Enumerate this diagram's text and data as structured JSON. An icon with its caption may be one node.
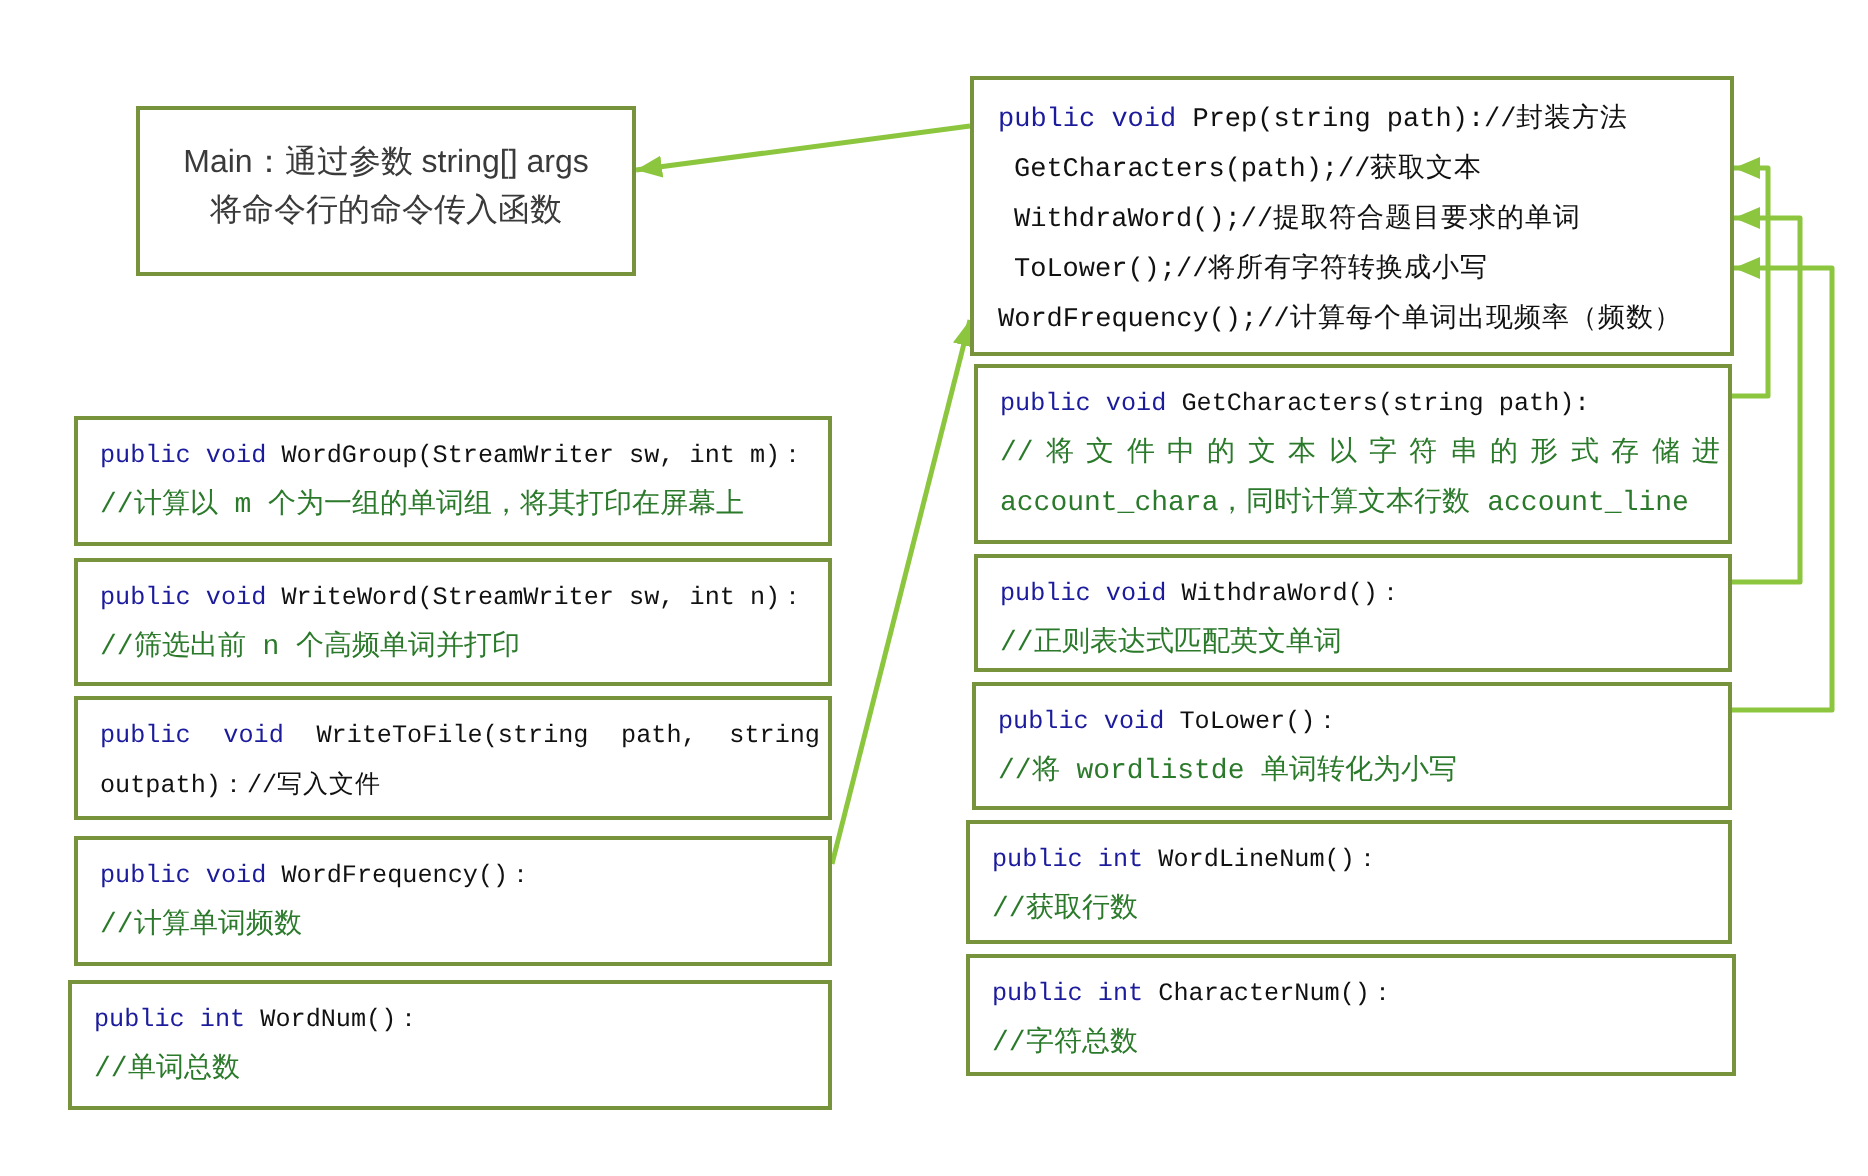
{
  "diagram": {
    "nodes": [
      {
        "text": [
          "Main：通过参数 string[] args 将命令行的命令传入函数"
        ]
      },
      {
        "text": [
          "public void Prep(string path)://封装方法",
          "GetCharacters(path);//获取文本",
          "WithdraWord();//提取符合题目要求的单词",
          "ToLower();//将所有字符转换成小写",
          "WordFrequency();//计算每个单词出现频率（频数）"
        ]
      },
      {
        "text": [
          "public void WordGroup(StreamWriter sw, int m)：",
          "//计算以 m 个为一组的单词组，将其打印在屏幕上"
        ]
      },
      {
        "text": [
          "public void WriteWord(StreamWriter sw, int n)：",
          "//筛选出前 n 个高频单词并打印"
        ]
      },
      {
        "text": [
          "public void WriteToFile(string path, string outpath)：//写入文件"
        ]
      },
      {
        "text": [
          "public void WordFrequency()：",
          "//计算单词频数"
        ]
      },
      {
        "text": [
          "public int WordNum()：",
          "//单词总数"
        ]
      },
      {
        "text": [
          "public void GetCharacters(string path):",
          "//将文件中的文本以字符串的形式存储进 account_chara，同时计算文本行数 account_line"
        ]
      },
      {
        "text": [
          "public void WithdraWord()：",
          "//正则表达式匹配英文单词"
        ]
      },
      {
        "text": [
          "public void ToLower()：",
          "//将 wordlistde 单词转化为小写"
        ]
      },
      {
        "text": [
          "public int WordLineNum()：",
          "//获取行数"
        ]
      },
      {
        "text": [
          "public int CharacterNum()：",
          "//字符总数"
        ]
      }
    ],
    "edges": [
      {
        "from": 1,
        "to": 0,
        "arrow": "to"
      },
      {
        "from": 7,
        "to": 1,
        "arrow": "to"
      },
      {
        "from": 8,
        "to": 1,
        "arrow": "to"
      },
      {
        "from": 9,
        "to": 1,
        "arrow": "to"
      },
      {
        "from": 5,
        "to": 1,
        "arrow": "to"
      }
    ]
  }
}
